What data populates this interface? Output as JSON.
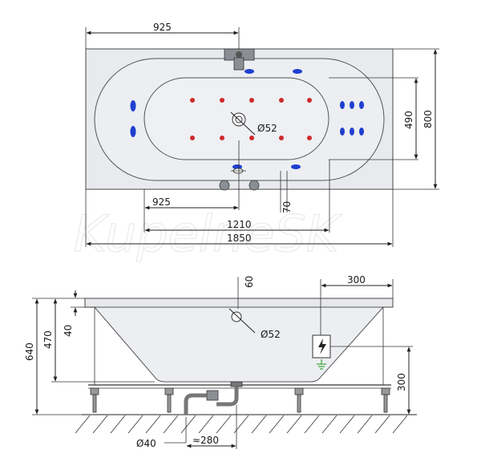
{
  "watermark": "KupelneSK",
  "top_view": {
    "dim_925_top": "925",
    "dim_925_bottom": "925",
    "dim_1210": "1210",
    "dim_1850": "1850",
    "dim_490": "490",
    "dim_800": "800",
    "dim_70": "70",
    "dim_d52": "Ø52"
  },
  "side_view": {
    "dim_640": "640",
    "dim_470": "470",
    "dim_40": "40",
    "dim_60": "60",
    "dim_300_top": "300",
    "dim_300_right": "300",
    "dim_d52": "Ø52",
    "dim_d40": "Ø40",
    "dim_280": "≈280"
  },
  "colors": {
    "jet_blue": "#1f3fd0",
    "jet_red": "#cc2b2b",
    "electric_green": "#3aa63a",
    "tub_fill": "#eceef1"
  },
  "icons": {
    "electric": "lightning-bolt-icon",
    "ground": "ground-icon"
  }
}
